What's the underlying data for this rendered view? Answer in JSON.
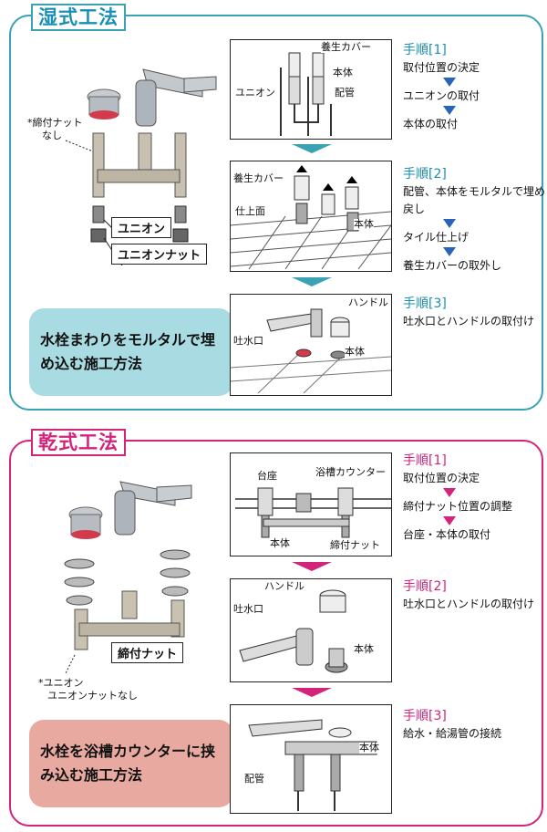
{
  "wet": {
    "tag": "湿式工法",
    "parts": {
      "note1": "*締付ナット",
      "note2": "なし",
      "union": "ユニオン",
      "union_nut": "ユニオンナット"
    },
    "note": "水栓まわりをモルタルで埋め込む施工方法",
    "fig1": {
      "cover": "養生カバー",
      "body": "本体",
      "union": "ユニオン",
      "pipe": "配管"
    },
    "fig2": {
      "cover": "養生カバー",
      "surface": "仕上面",
      "body": "本体"
    },
    "fig3": {
      "handle": "ハンドル",
      "spout": "吐水口",
      "body": "本体"
    },
    "steps": [
      {
        "no": "手順[1]",
        "lines": [
          "取付位置の決定",
          "ユニオンの取付",
          "本体の取付"
        ]
      },
      {
        "no": "手順[2]",
        "lines": [
          "配管、本体をモルタルで埋め戻し",
          "タイル仕上げ",
          "養生カバーの取外し"
        ]
      },
      {
        "no": "手順[3]",
        "lines": [
          "吐水口とハンドルの取付け"
        ]
      }
    ]
  },
  "dry": {
    "tag": "乾式工法",
    "parts": {
      "nut": "締付ナット",
      "note1": "*ユニオン",
      "note2": "ユニオンナットなし"
    },
    "note": "水栓を浴槽カウンターに挟み込む施工方法",
    "fig1": {
      "base": "台座",
      "counter": "浴槽カウンター",
      "body": "本体",
      "nut": "締付ナット"
    },
    "fig2": {
      "handle": "ハンドル",
      "spout": "吐水口",
      "body": "本体"
    },
    "fig3": {
      "body": "本体",
      "pipe": "配管"
    },
    "steps": [
      {
        "no": "手順[1]",
        "lines": [
          "取付位置の決定",
          "締付ナット位置の調整",
          "台座・本体の取付"
        ]
      },
      {
        "no": "手順[2]",
        "lines": [
          "吐水口とハンドルの取付け"
        ]
      },
      {
        "no": "手順[3]",
        "lines": [
          "給水・給湯管の接続"
        ]
      }
    ]
  }
}
